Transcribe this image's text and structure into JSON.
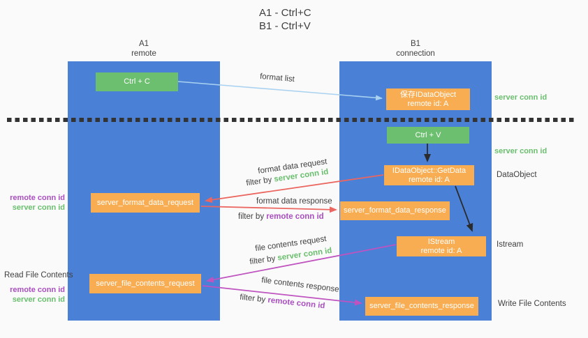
{
  "title": {
    "line1": "A1 - Ctrl+C",
    "line2": "B1 - Ctrl+V"
  },
  "column_a": {
    "name": "A1",
    "subtitle": "remote",
    "nodes": {
      "ctrl_c": "Ctrl + C",
      "format_request": "server_format_data_request",
      "file_request": "server_file_contents_request"
    }
  },
  "column_b": {
    "name": "B1",
    "subtitle": "connection",
    "nodes": {
      "save_object_line1": "保存IDataObject",
      "save_object_line2": "remote id: A",
      "ctrl_v": "Ctrl + V",
      "getdata_line1": "IDataObject::GetData",
      "getdata_line2": "remote id: A",
      "format_response": "server_format_data_response",
      "istream_line1": "IStream",
      "istream_line2": "remote id: A",
      "file_response": "server_file_contents_response"
    }
  },
  "left_labels": {
    "remote_conn_id_1": "remote conn id",
    "server_conn_id_1": "server conn id",
    "read_file_contents": "Read File Contents",
    "remote_conn_id_2": "remote conn id",
    "server_conn_id_2": "server conn id"
  },
  "right_labels": {
    "server_conn_id_1": "server conn id",
    "server_conn_id_2": "server conn id",
    "dataobject": "DataObject",
    "istream": "Istream",
    "write_file_contents": "Write File Contents"
  },
  "flow_labels": {
    "format_list": "format list",
    "format_data_request": "format data request",
    "filter_by_1_prefix": "filter by ",
    "filter_by_1_term": "server conn id",
    "format_data_response": "format data response",
    "filter_by_2_prefix": "filter by ",
    "filter_by_2_term": "remote conn id",
    "file_contents_request": "file contents request",
    "filter_by_3_prefix": "filter by ",
    "filter_by_3_term": "server conn id",
    "file_contents_response": "file contents response",
    "filter_by_4_prefix": "filter by ",
    "filter_by_4_term": "remote conn id"
  },
  "colors": {
    "bg": "#fafafa",
    "column_blue": "#4a80d6",
    "node_green": "#6dbf70",
    "node_orange": "#f8ad52",
    "arrow_blue": "#a9d2f0",
    "arrow_red": "#ec6660",
    "arrow_magenta": "#bf53c0",
    "text_green": "#6abf6e",
    "text_purple": "#aa4fc0",
    "text_dark": "#3f3f3f",
    "dash": "#333333"
  }
}
